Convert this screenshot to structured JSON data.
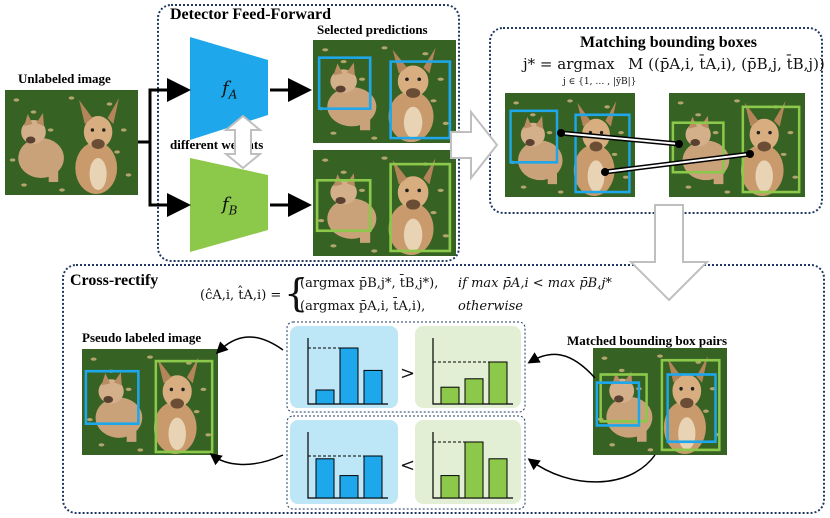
{
  "panels": {
    "feed_forward": {
      "title": "Detector Feed-Forward"
    },
    "matching": {
      "title": "Matching bounding boxes"
    },
    "cross_rectify": {
      "title": "Cross-rectify"
    }
  },
  "labels": {
    "unlabeled_image": "Unlabeled image",
    "selected_predictions": "Selected predictions",
    "different_weights": "different weights",
    "pseudo_labeled_image": "Pseudo labeled image",
    "matched_pairs": "Matched bounding box pairs"
  },
  "detectors": {
    "a": {
      "name": "f",
      "sub": "A",
      "color": "#1ea7ea"
    },
    "b": {
      "name": "f",
      "sub": "B",
      "color": "#8cc84a"
    }
  },
  "matching_formula": {
    "lhs": "j* = argmax",
    "range": "j ∈ {1, … , |ȳB|}",
    "rhs": "M ((p̄A,i, t̄A,i), (p̄B,j, t̄B,j))"
  },
  "rectify_formula": {
    "lhs": "(ĉA,i, t̂A,i) =",
    "case1": "(argmax p̄B,j*, t̄B,j*),",
    "case1_cond": "if  max p̄A,i < max p̄B,j*",
    "case2": "(argmax p̄A,i, t̄A,i),",
    "case2_cond": "otherwise"
  },
  "comparisons": {
    "top": ">",
    "bottom": "<"
  },
  "histograms": {
    "top_a": [
      0.25,
      1.0,
      0.6
    ],
    "top_b": [
      0.3,
      0.45,
      0.75
    ],
    "bottom_a": [
      0.7,
      0.4,
      0.75
    ],
    "bottom_b": [
      0.4,
      1.0,
      0.7
    ]
  },
  "colors": {
    "blue_box": "#1ea7ea",
    "green_box": "#8cc84a",
    "blue_bg": "#bde6f7",
    "green_bg": "#e2efd4",
    "panel_border": "#1f3864"
  }
}
